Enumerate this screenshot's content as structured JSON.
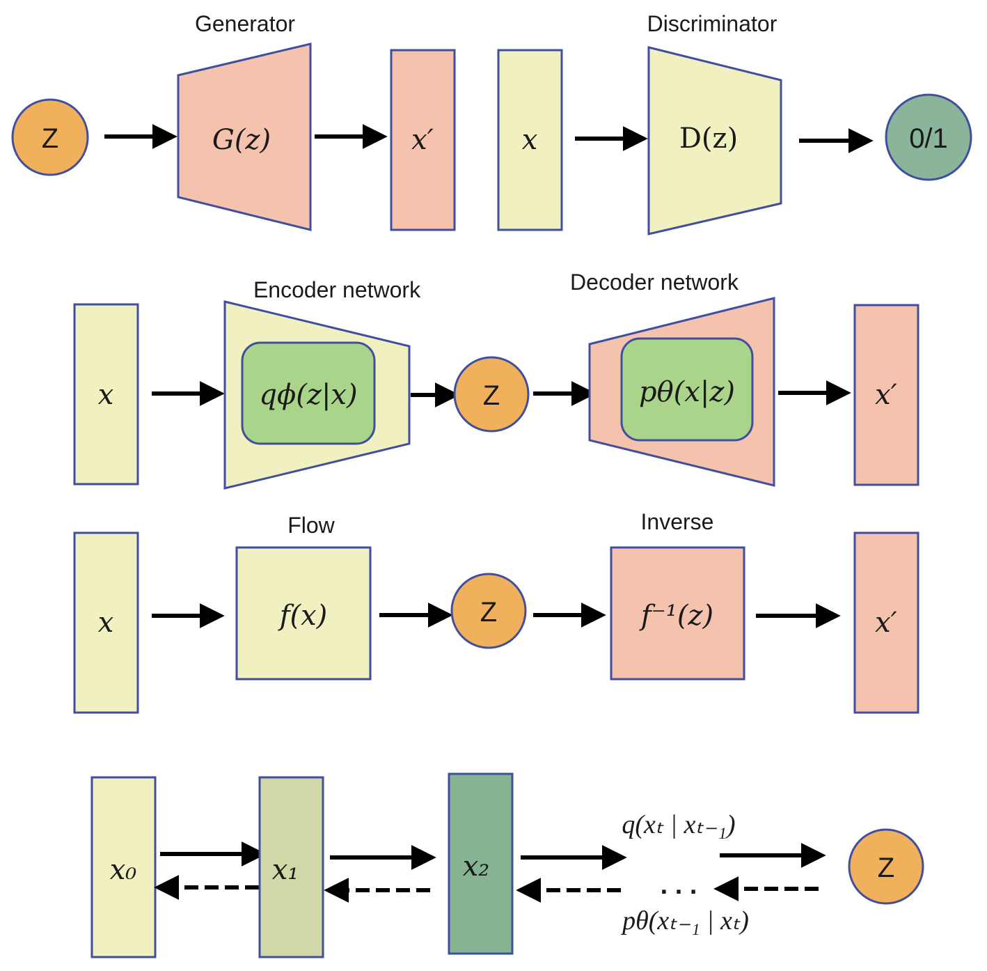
{
  "colors": {
    "outline": "#3f4e9e",
    "yellow": "#f0f0c0",
    "salmon": "#f4c2ad",
    "orange": "#f0b05c",
    "green_inner": "#a9d48a",
    "teal_circle": "#8ab59b",
    "olive": "#cfd8a6",
    "teal_block": "#86b392"
  },
  "gan": {
    "z_circle": "Z",
    "generator_title": "Generator",
    "generator_fn": "G(z)",
    "fake_sample": "x′",
    "real_sample": "x",
    "discriminator_title": "Discriminator",
    "discriminator_fn": "D(z)",
    "output_circle": "0/1"
  },
  "vae": {
    "input": "x",
    "encoder_title": "Encoder network",
    "encoder_fn": "qϕ(z|x)",
    "z_circle": "Z",
    "decoder_title": "Decoder network",
    "decoder_fn": "pθ(x|z)",
    "output": "x′"
  },
  "flow": {
    "input": "x",
    "flow_title": "Flow",
    "flow_fn": "f(x)",
    "z_circle": "Z",
    "inverse_title": "Inverse",
    "inverse_fn": "f⁻¹(z)",
    "output": "x′"
  },
  "diffusion": {
    "x0": "x₀",
    "x1": "x₁",
    "x2": "x₂",
    "forward_label": "q(xₜ | xₜ₋₁)",
    "ellipsis": ". . .",
    "reverse_label": "pθ(xₜ₋₁ | xₜ)",
    "z_circle": "Z"
  }
}
